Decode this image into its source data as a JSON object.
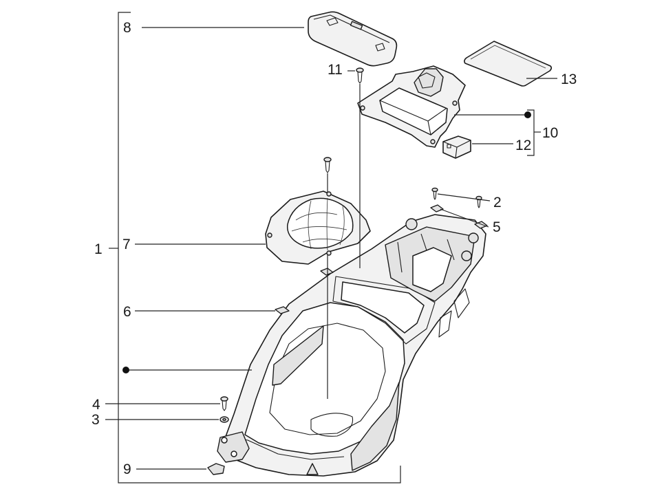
{
  "diagram": {
    "callouts": [
      {
        "id": "1",
        "text": "1"
      },
      {
        "id": "2",
        "text": "2"
      },
      {
        "id": "3",
        "text": "3"
      },
      {
        "id": "4",
        "text": "4"
      },
      {
        "id": "5",
        "text": "5"
      },
      {
        "id": "6",
        "text": "6"
      },
      {
        "id": "7",
        "text": "7"
      },
      {
        "id": "8",
        "text": "8"
      },
      {
        "id": "9",
        "text": "9"
      },
      {
        "id": "10",
        "text": "10"
      },
      {
        "id": "11",
        "text": "11"
      },
      {
        "id": "12",
        "text": "12"
      },
      {
        "id": "13",
        "text": "13"
      }
    ],
    "colors": {
      "line": "#1b1b1b",
      "fill_light": "#f2f2f2",
      "fill_dark": "#e3e3e3",
      "background": "#ffffff"
    }
  }
}
